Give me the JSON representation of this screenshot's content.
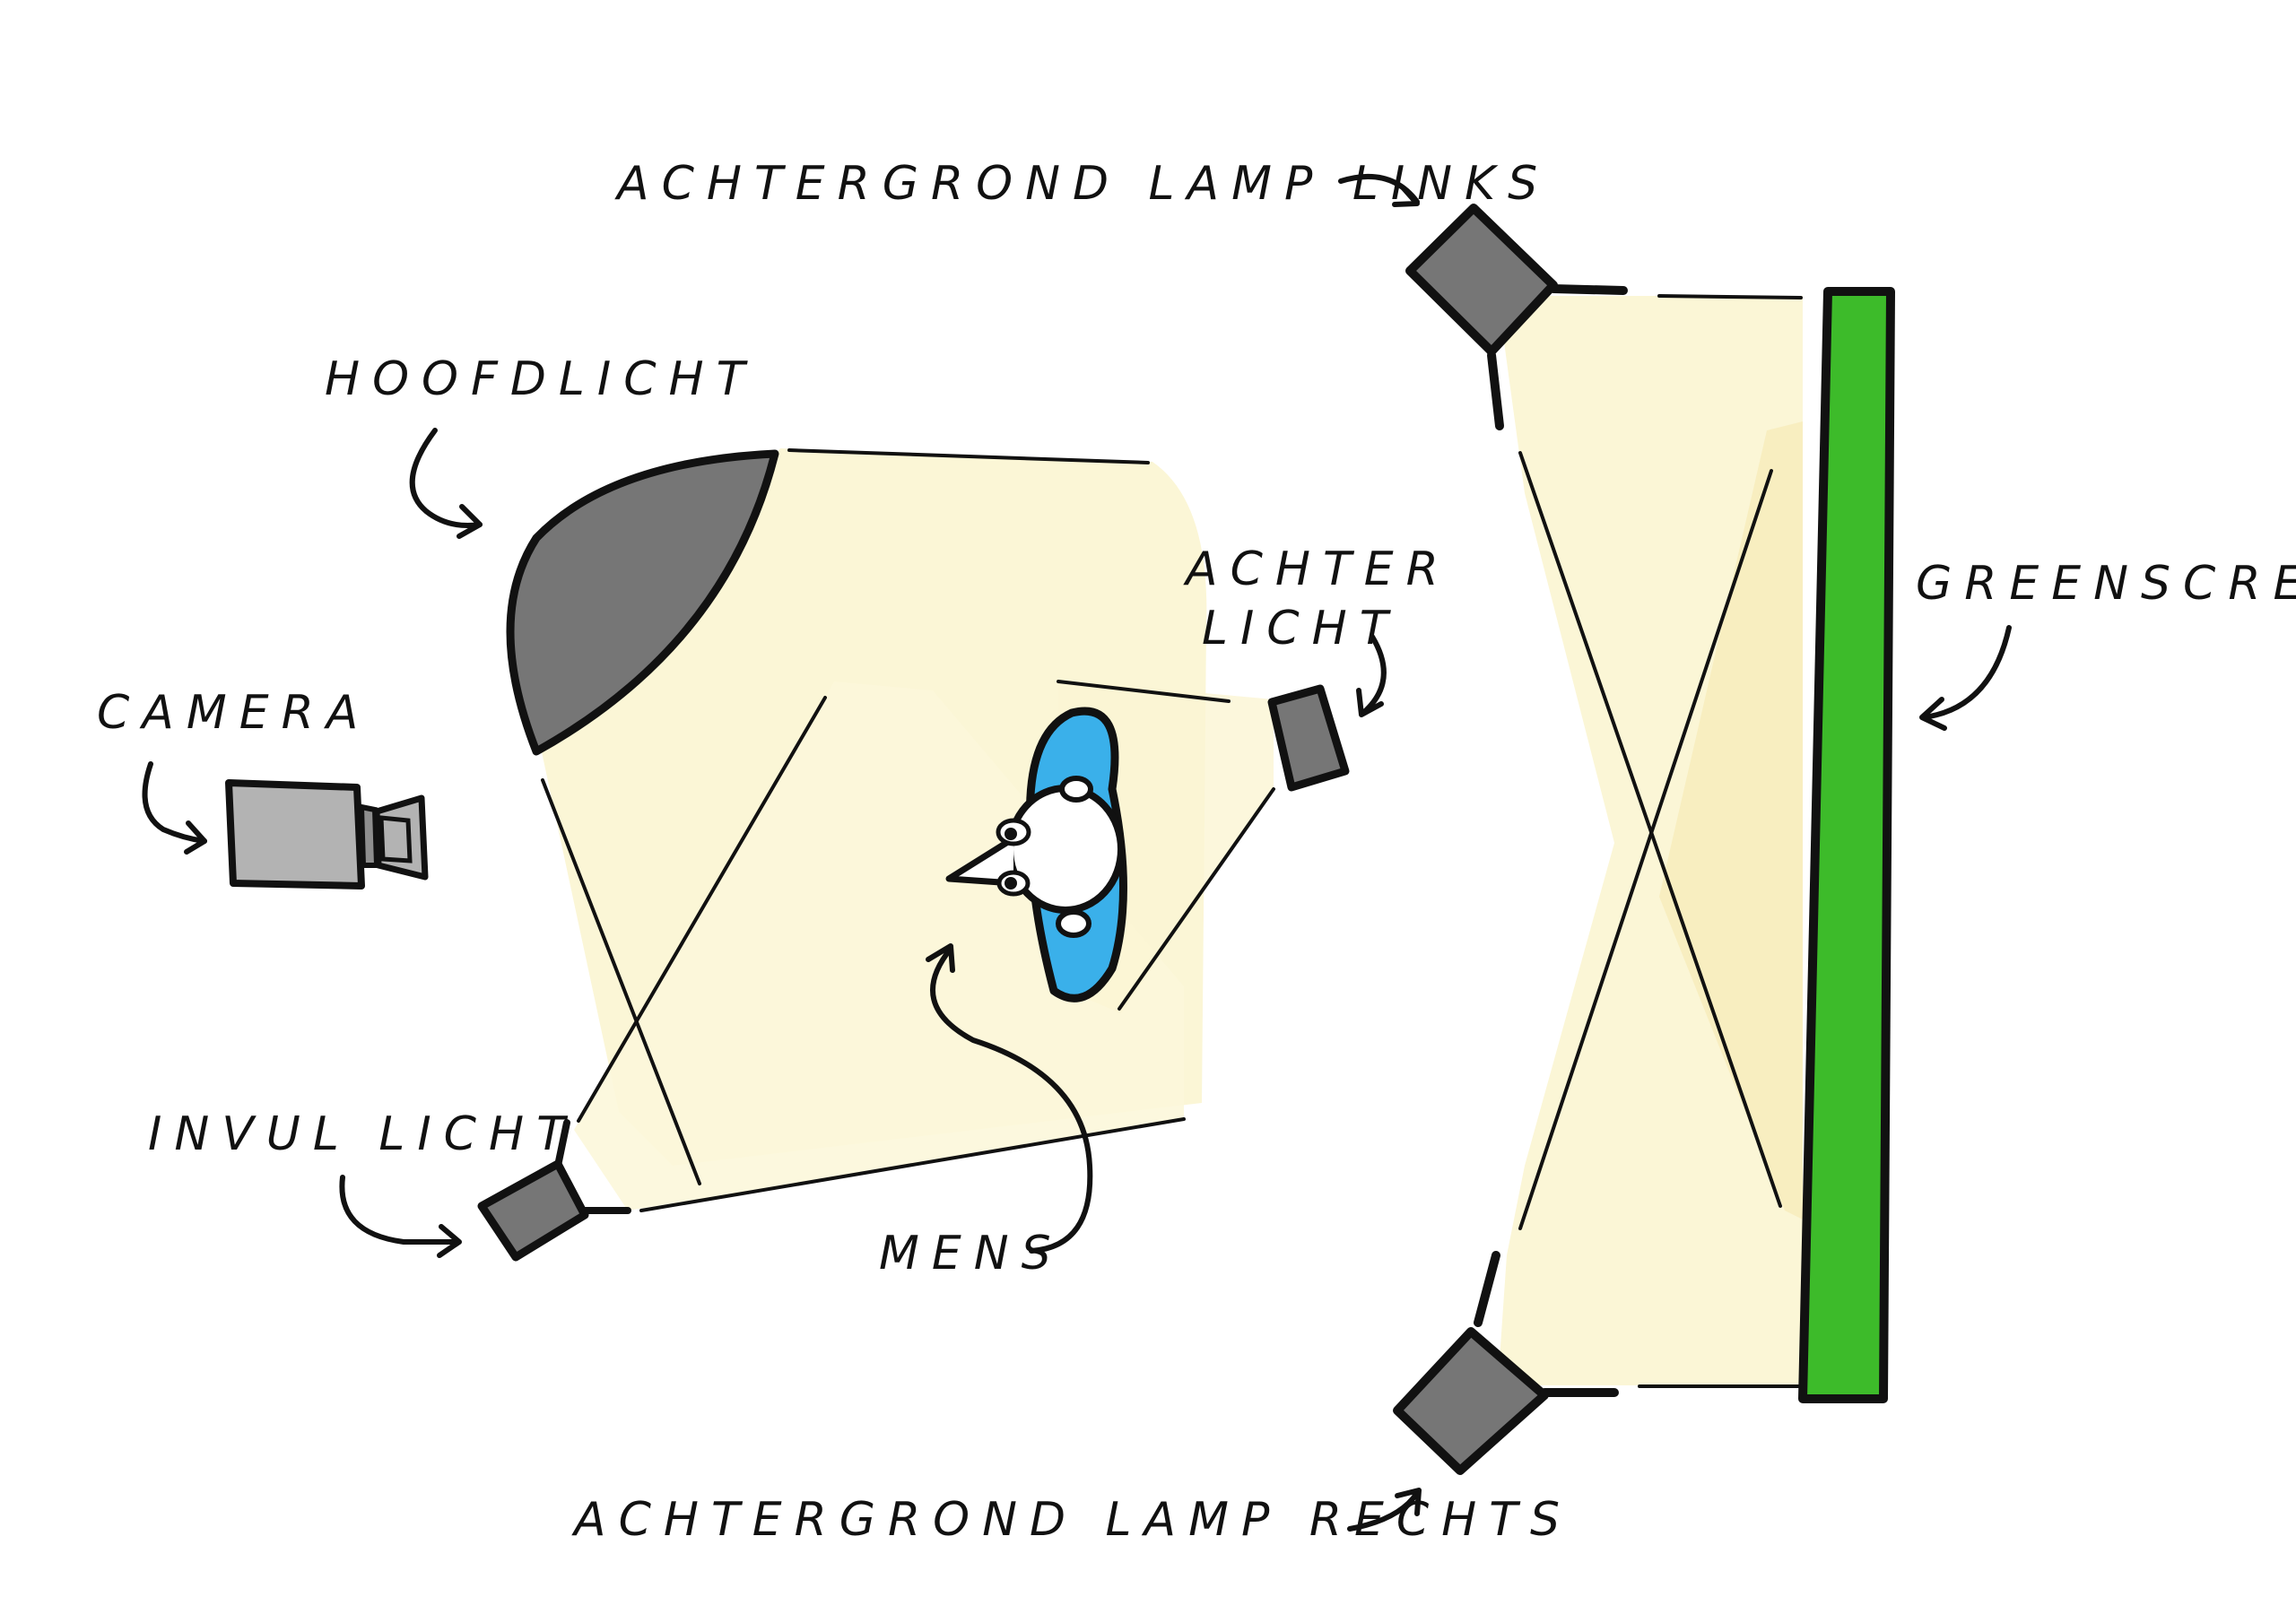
{
  "labels": {
    "background_left": "ACHTERGROND LAMP LINKS",
    "key_light": "HOOFDLICHT",
    "camera": "CAMERA",
    "back_light_line1": "ACHTER",
    "back_light_line2": "LICHT",
    "greenscreen": "GREENSCREEN",
    "fill_light": "INVUL LICHT",
    "person": "MENS",
    "background_right": "ACHTERGROND LAMP RECHTS"
  },
  "colors": {
    "background": "#ffffff",
    "light_beam": "#fbf6d6",
    "light_beam_strong": "#f8eec0",
    "lamp": "#767676",
    "camera_body": "#b3b3b3",
    "greenscreen": "#3dbb2a",
    "person_shadow": "#3ab0ea",
    "outline": "#111111"
  }
}
